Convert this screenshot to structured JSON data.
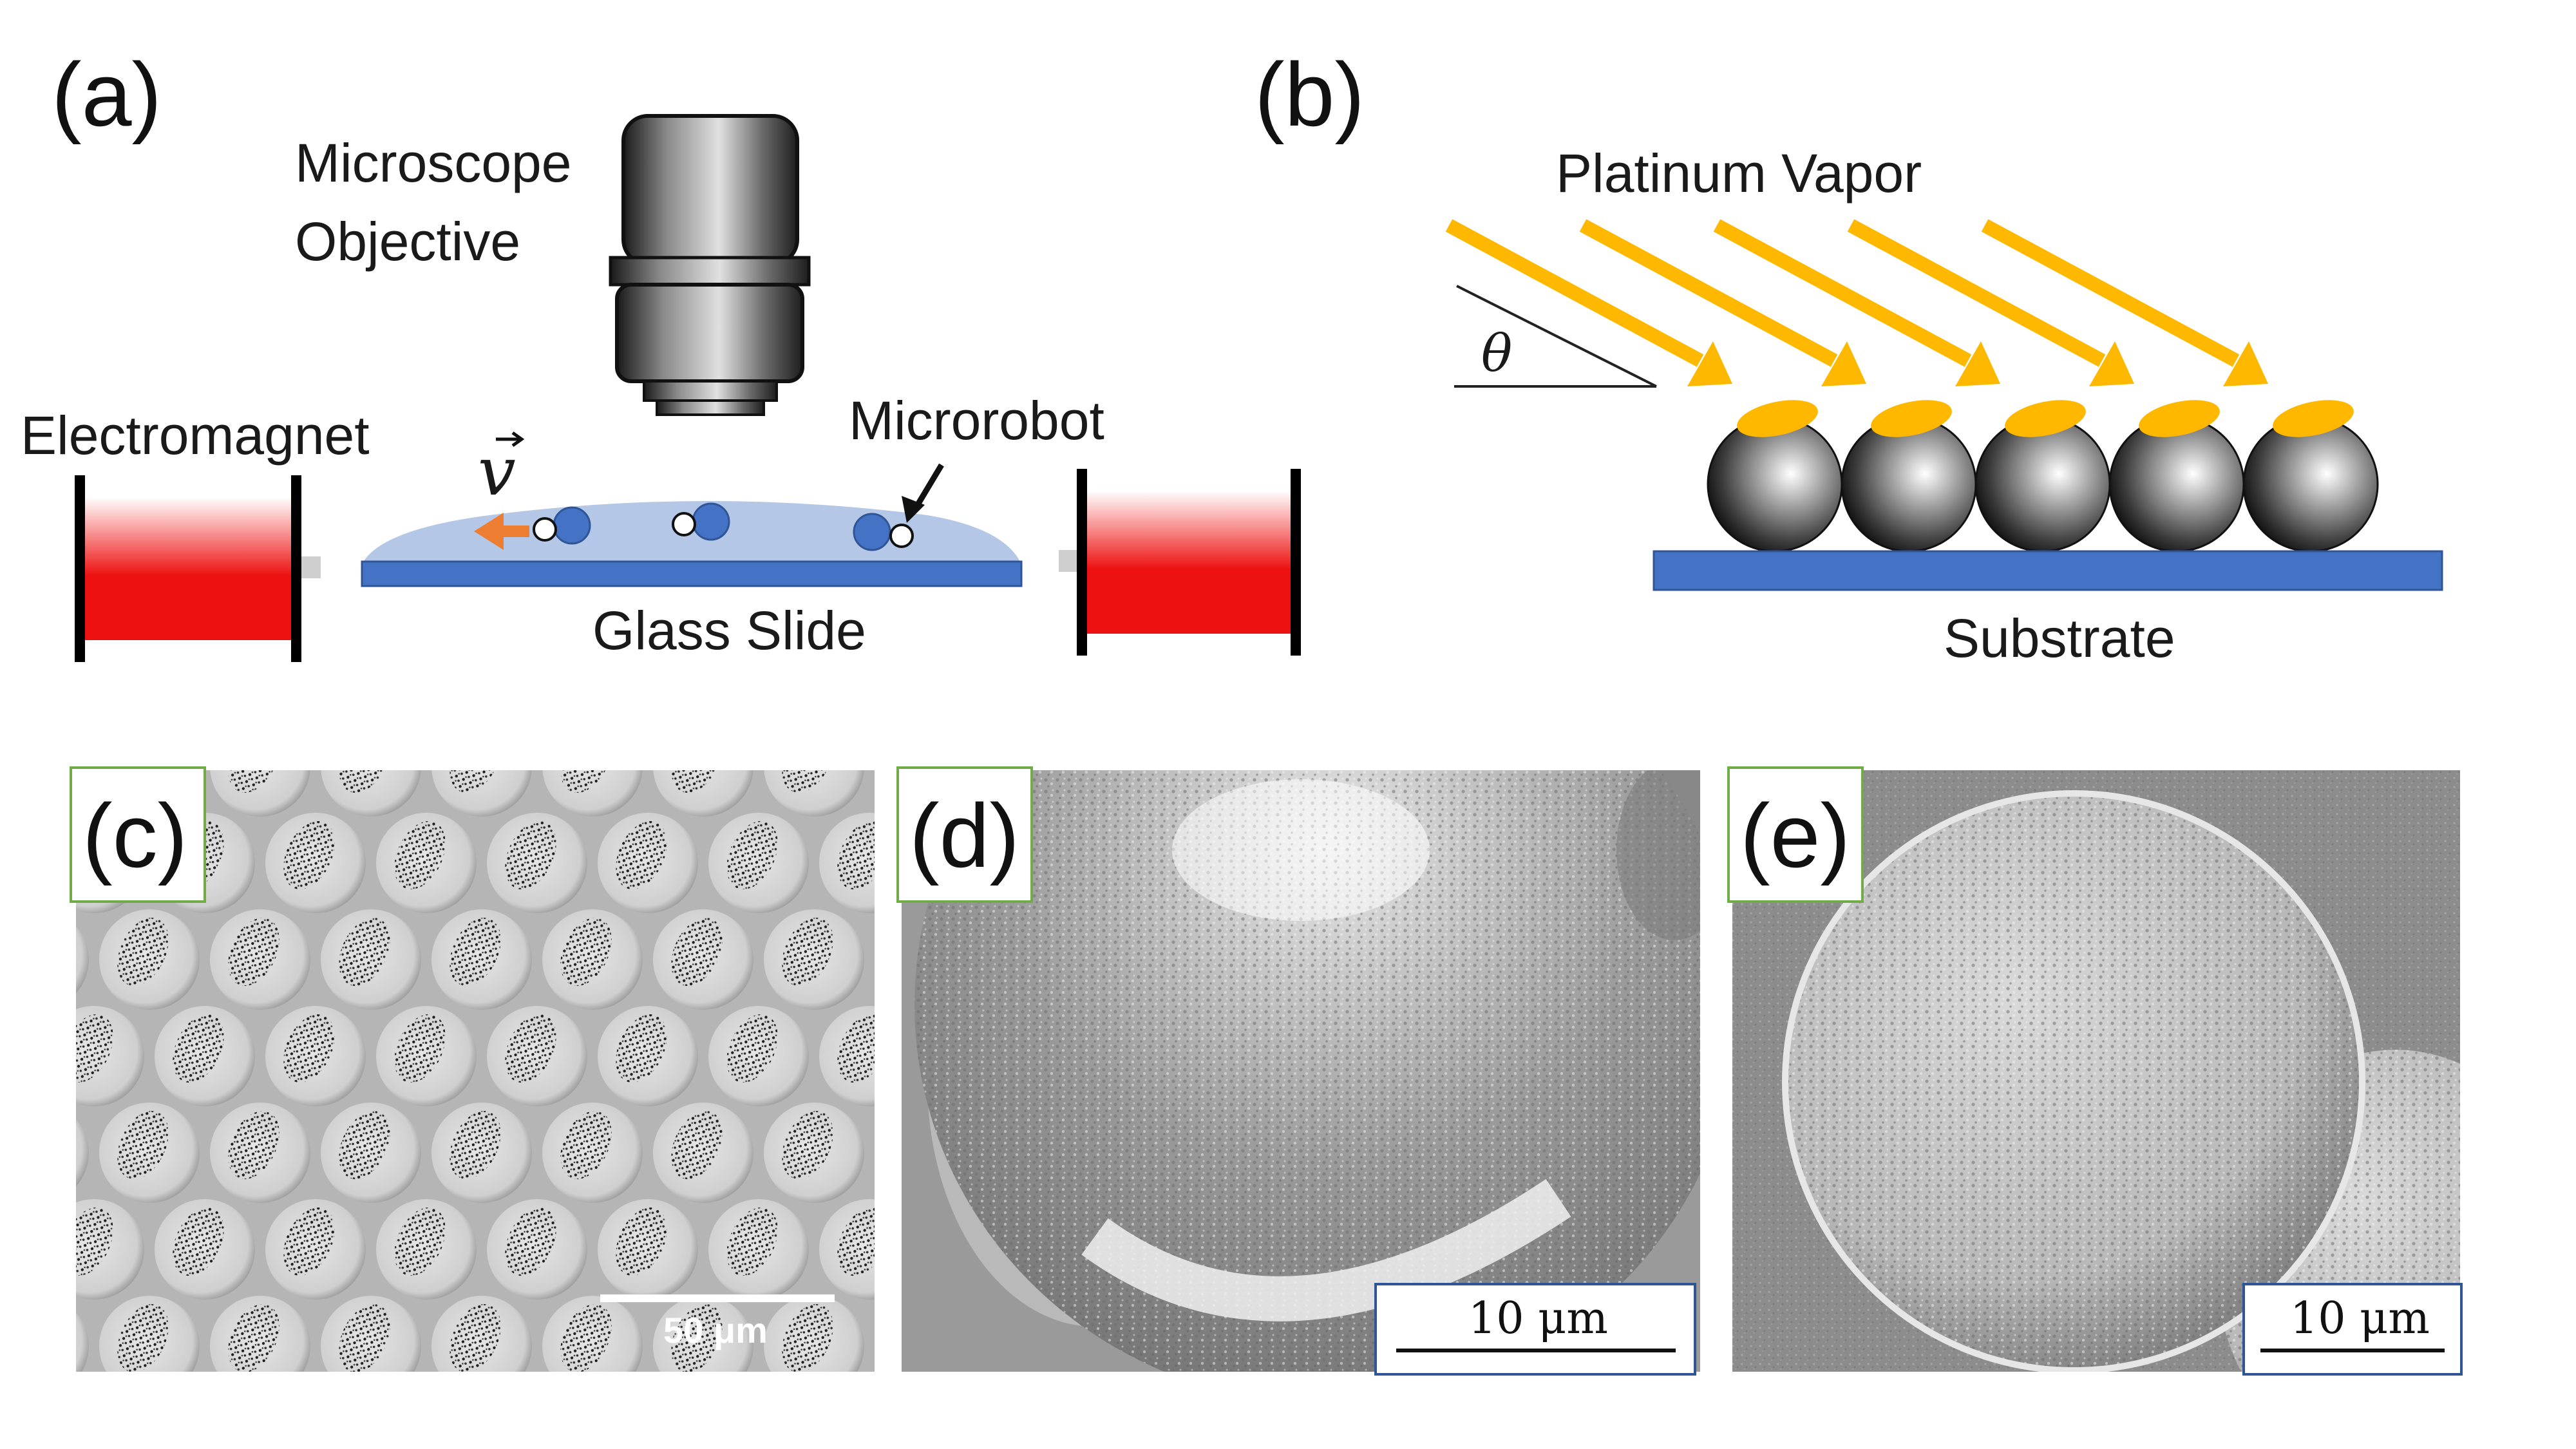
{
  "panels": {
    "a": {
      "letter": "(a)",
      "objective_label_line1": "Microscope",
      "objective_label_line2": "Objective",
      "electromagnet_label": "Electromagnet",
      "microrobot_label": "Microrobot",
      "velocity_symbol": "v",
      "glass_slide_label": "Glass Slide"
    },
    "b": {
      "letter": "(b)",
      "vapor_label": "Platinum Vapor",
      "angle_symbol": "θ",
      "substrate_label": "Substrate",
      "sphere_count": 5,
      "arrow_count": 5
    },
    "c": {
      "letter": "(c)",
      "scale_bar_text": "50 μm"
    },
    "d": {
      "letter": "(d)",
      "scale_bar_text": "10 μm"
    },
    "e": {
      "letter": "(e)",
      "scale_bar_text": "10 μm"
    }
  },
  "colors": {
    "coating": "#FFB800",
    "substrate_blue": "#4472C4",
    "droplet": "#B4C7E7",
    "magnet_red": "#EE1111",
    "velocity_arrow": "#ED7D31",
    "frame_green": "#70AD47",
    "scalebar_frame": "#2F5597"
  }
}
